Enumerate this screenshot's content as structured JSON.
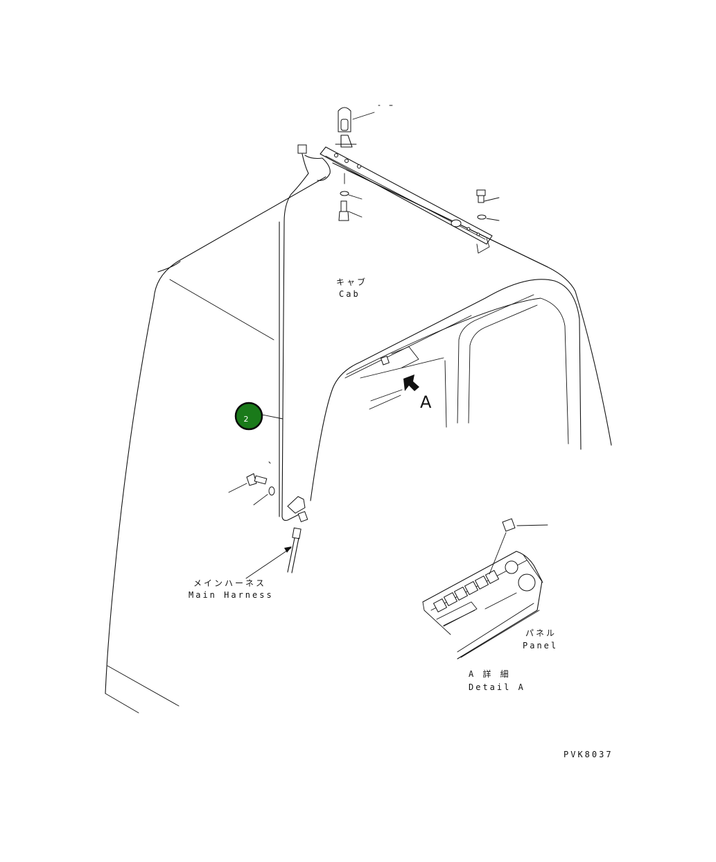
{
  "labels": {
    "cab_jp": "キャブ",
    "cab_en": "Cab",
    "harness_jp": "メインハーネス",
    "harness_en": "Main Harness",
    "panel_jp": "パネル",
    "panel_en": "Panel",
    "detail_jp": "A 詳 細",
    "detail_en": "Detail A",
    "view_letter": "A",
    "drawing_code": "PVK8037"
  },
  "callouts": [
    {
      "number": "2",
      "color": "#1a7a1a"
    }
  ],
  "colors": {
    "line": "#111111",
    "callout_fill": "#1a7a1a",
    "callout_border": "#0a0a0a"
  }
}
